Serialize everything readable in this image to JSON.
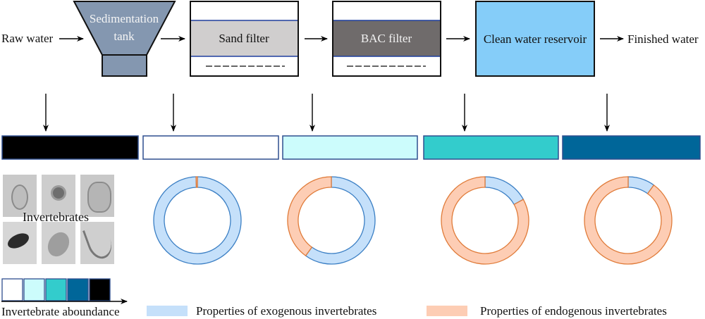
{
  "process": {
    "input_label": "Raw water",
    "output_label": "Finished water",
    "stages": [
      {
        "id": "sedimentation",
        "label_line1": "Sedimentation",
        "label_line2": "tank",
        "fill": "#8497b0"
      },
      {
        "id": "sand",
        "label": "Sand filter",
        "fill": "#d0cece"
      },
      {
        "id": "bac",
        "label": "BAC filter",
        "fill": "#6f6b6b"
      },
      {
        "id": "reservoir",
        "label": "Clean water reservoir",
        "fill": "#85cdf9"
      }
    ]
  },
  "abundance_bars": [
    {
      "stage": "Raw water",
      "color": "#000000",
      "level": 5
    },
    {
      "stage": "Sedimentation tank",
      "color": "#ffffff",
      "level": 1
    },
    {
      "stage": "Sand filter",
      "color": "#ccfcfc",
      "level": 2
    },
    {
      "stage": "BAC filter",
      "color": "#33cccc",
      "level": 3
    },
    {
      "stage": "Clean water reservoir",
      "color": "#006699",
      "level": 4
    }
  ],
  "images_label": "Invertebrates",
  "chart_data": {
    "type": "pie",
    "subtype": "donut",
    "series_names": [
      "Properties of exogenous invertebrates",
      "Properties of endogenous invertebrates"
    ],
    "colors": {
      "exogenous": "#c5e0fa",
      "exogenous_stroke": "#3b7fc4",
      "endogenous": "#fdcdb4",
      "endogenous_stroke": "#e07b39"
    },
    "donuts": [
      {
        "stage": "Sedimentation tank",
        "exogenous": 0.995,
        "endogenous": 0.005
      },
      {
        "stage": "Sand filter",
        "exogenous": 0.6,
        "endogenous": 0.4
      },
      {
        "stage": "BAC filter",
        "exogenous": 0.17,
        "endogenous": 0.83
      },
      {
        "stage": "Clean water reservoir",
        "exogenous": 0.1,
        "endogenous": 0.9
      }
    ]
  },
  "legend": {
    "abundance_label": "Invertebrate aboundance",
    "abundance_scale": [
      "#ffffff",
      "#ccfcfc",
      "#33cccc",
      "#006699",
      "#000000"
    ],
    "exogenous_label": "Properties of exogenous invertebrates",
    "endogenous_label": "Properties of endogenous invertebrates"
  }
}
